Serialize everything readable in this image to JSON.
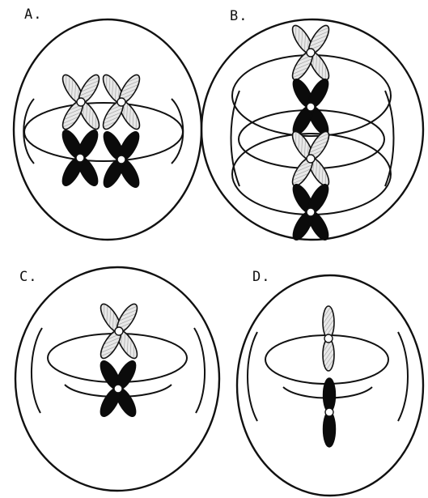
{
  "panels": [
    {
      "id": "A",
      "label": "A."
    },
    {
      "id": "B",
      "label": "B."
    },
    {
      "id": "C",
      "label": "C."
    },
    {
      "id": "D",
      "label": "D."
    }
  ]
}
